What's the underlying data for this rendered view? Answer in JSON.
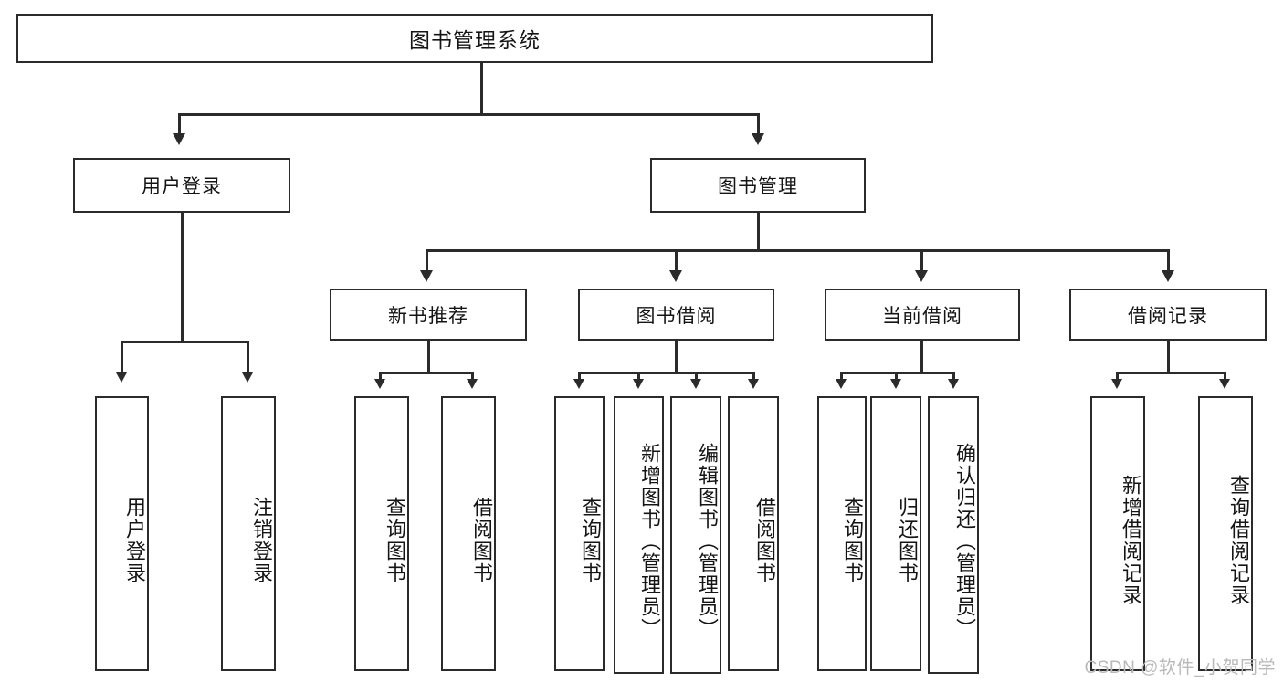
{
  "diagram": {
    "title": "图书管理系统",
    "watermark": "CSDN @软件_小贺同学",
    "levels": {
      "root": {
        "label": "图书管理系统"
      },
      "level1": [
        {
          "label": "用户登录"
        },
        {
          "label": "图书管理"
        }
      ],
      "level2": [
        {
          "label": "新书推荐"
        },
        {
          "label": "图书借阅"
        },
        {
          "label": "当前借阅"
        },
        {
          "label": "借阅记录"
        }
      ],
      "leaves": {
        "user_login": [
          {
            "label": "用户登录"
          },
          {
            "label": "注销登录"
          }
        ],
        "new_book_recommend": [
          {
            "label": "查询图书"
          },
          {
            "label": "借阅图书"
          }
        ],
        "book_borrow": [
          {
            "label": "查询图书"
          },
          {
            "label": "新增图书（管理员）"
          },
          {
            "label": "编辑图书（管理员）"
          },
          {
            "label": "借阅图书"
          }
        ],
        "current_borrow": [
          {
            "label": "查询图书"
          },
          {
            "label": "归还图书"
          },
          {
            "label": "确认归还（管理员）"
          }
        ],
        "borrow_record": [
          {
            "label": "新增借阅记录"
          },
          {
            "label": "查询借阅记录"
          }
        ]
      }
    },
    "colors": {
      "stroke": "#2b2b2b",
      "fill": "#ffffff",
      "text": "#141414",
      "watermark": "#b9b9b9"
    }
  }
}
